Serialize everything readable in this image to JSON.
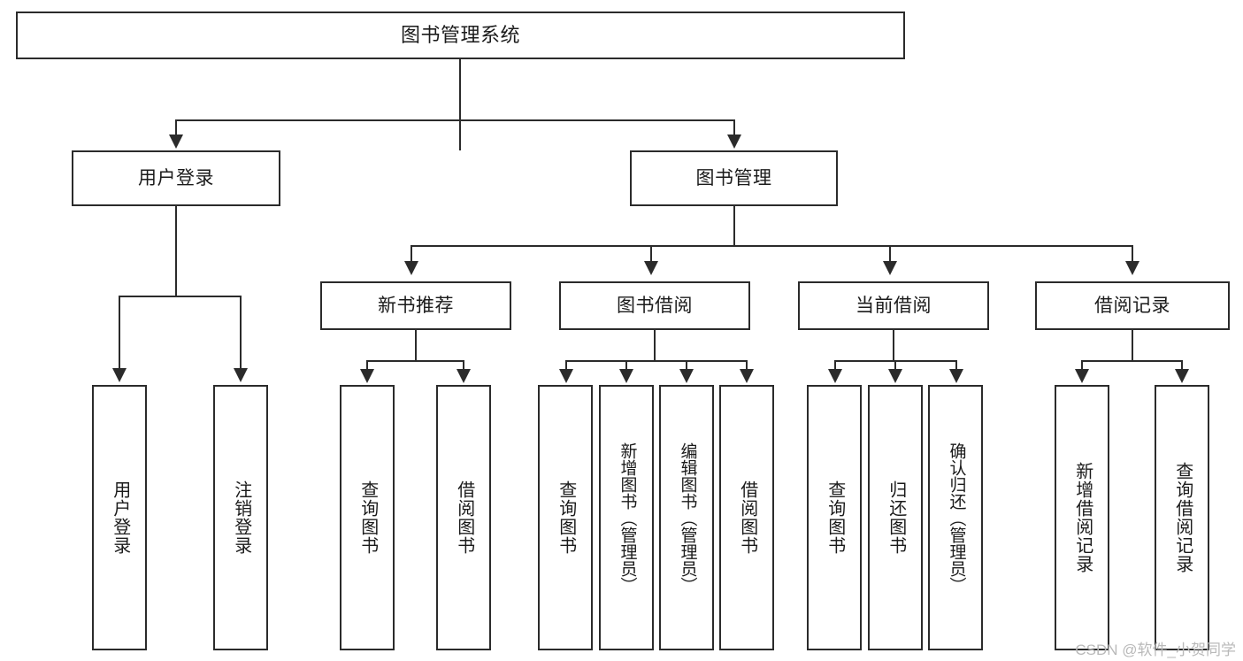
{
  "diagram": {
    "title": "图书管理系统",
    "watermark": "CSDN @软件_小贺同学",
    "type": "tree",
    "colors": {
      "stroke": "#2b2b2b",
      "fill": "#ffffff",
      "text": "#1b1b1b",
      "watermark": "#b9b9b9"
    },
    "root": {
      "label": "图书管理系统"
    },
    "level2": [
      {
        "label": "用户登录"
      },
      {
        "label": "图书管理"
      }
    ],
    "level3": [
      {
        "label": "新书推荐"
      },
      {
        "label": "图书借阅"
      },
      {
        "label": "当前借阅"
      },
      {
        "label": "借阅记录"
      }
    ],
    "leaves": {
      "user_login": [
        {
          "label": "用户登录"
        },
        {
          "label": "注销登录"
        }
      ],
      "new_book_recommend": [
        {
          "label": "查询图书"
        },
        {
          "label": "借阅图书"
        }
      ],
      "book_borrow": [
        {
          "label": "查询图书"
        },
        {
          "label": "新增图书（管理员）"
        },
        {
          "label": "编辑图书（管理员）"
        },
        {
          "label": "借阅图书"
        }
      ],
      "current_borrow": [
        {
          "label": "查询图书"
        },
        {
          "label": "归还图书"
        },
        {
          "label": "确认归还（管理员）"
        }
      ],
      "borrow_record": [
        {
          "label": "新增借阅记录"
        },
        {
          "label": "查询借阅记录"
        }
      ]
    }
  }
}
